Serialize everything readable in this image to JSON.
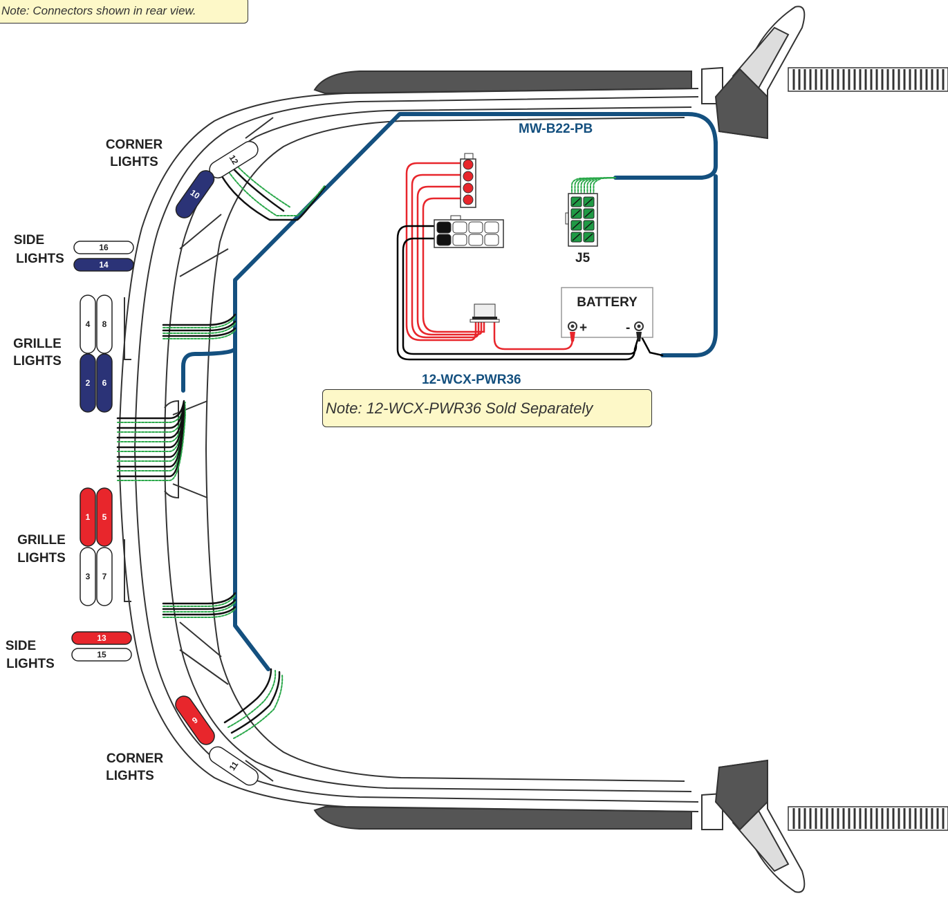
{
  "notes": {
    "rear_view": "Note: Connectors shown in rear view.",
    "sold_separately": "Note: 12-WCX-PWR36 Sold Separately"
  },
  "labels": {
    "corner_top": [
      "CORNER",
      "LIGHTS"
    ],
    "side_top": [
      "SIDE",
      "LIGHTS"
    ],
    "grille_upper": [
      "GRILLE",
      "LIGHTS"
    ],
    "grille_lower": [
      "GRILLE",
      "LIGHTS"
    ],
    "side_bottom": [
      "SIDE",
      "LIGHTS"
    ],
    "corner_bottom": [
      "CORNER",
      "LIGHTS"
    ]
  },
  "harnesses": {
    "main": "MW-B22-PB",
    "power": "12-WCX-PWR36"
  },
  "connector_j5": "J5",
  "battery": {
    "label": "BATTERY",
    "positive": "+",
    "negative": "-"
  },
  "lights": {
    "corner_top": [
      {
        "id": "12",
        "color": "white"
      },
      {
        "id": "10",
        "color": "blue"
      }
    ],
    "side_top": [
      {
        "id": "16",
        "color": "white"
      },
      {
        "id": "14",
        "color": "blue"
      }
    ],
    "grille_upper": [
      {
        "id": "4",
        "color": "white"
      },
      {
        "id": "8",
        "color": "white"
      },
      {
        "id": "2",
        "color": "blue"
      },
      {
        "id": "6",
        "color": "blue"
      }
    ],
    "grille_lower": [
      {
        "id": "1",
        "color": "red"
      },
      {
        "id": "5",
        "color": "red"
      },
      {
        "id": "3",
        "color": "white"
      },
      {
        "id": "7",
        "color": "white"
      }
    ],
    "side_bottom": [
      {
        "id": "13",
        "color": "red"
      },
      {
        "id": "15",
        "color": "white"
      }
    ],
    "corner_bottom": [
      {
        "id": "9",
        "color": "red"
      },
      {
        "id": "11",
        "color": "white"
      }
    ]
  },
  "colors": {
    "light_blue": "#2b3377",
    "light_red": "#e8262c",
    "harness_blue": "#14507f",
    "wire_red": "#e8262c",
    "wire_green": "#2aa84a",
    "connector_green": "#1f9a45",
    "note_fill": "#fdf8c8",
    "vehicle_gray": "#555555"
  }
}
